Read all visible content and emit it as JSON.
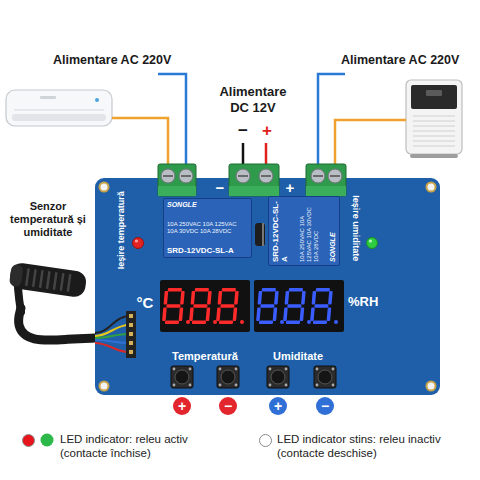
{
  "diagram": {
    "nodes": [
      {
        "text": [
          "Ieșire temperatură",
          "Ieșire umiditate",
          "−",
          "+",
          "°C",
          "%RH",
          "Temperatură",
          "Umiditate"
        ]
      },
      {
        "text": [
          "SONGLE",
          "10A 250VAC 10A 125VAC 10A 30VDC 10A 28VDC",
          "SRD-12VDC-SL-A"
        ],
        "in": 0
      },
      {
        "text": [
          "SRD-12VDC-SL-A",
          "10A 250VAC 10A 125VAC 10A 30VDC 10A 28VDC",
          "SONGLE"
        ],
        "in": 0
      },
      {
        "text": [
          "Senzor temperatură și umiditate"
        ]
      },
      {
        "text": [
          "+"
        ]
      },
      {
        "text": [
          "−"
        ]
      },
      {
        "text": [
          "+"
        ]
      },
      {
        "text": [
          "−"
        ]
      }
    ],
    "edges": [
      {
        "from": 3,
        "to": 0,
        "arrow": "none"
      }
    ],
    "labels": [
      "Alimentare AC 220V",
      "Alimentare DC 12V",
      "Alimentare AC 220V",
      "−",
      "+"
    ],
    "legend": [
      {
        "text": "LED indicator: releu activ (contacte închise)",
        "color": "#e8141c"
      },
      {
        "text": "LED indicator stins: releu inactiv (contacte deschise)",
        "color": "#ffffff"
      }
    ]
  }
}
